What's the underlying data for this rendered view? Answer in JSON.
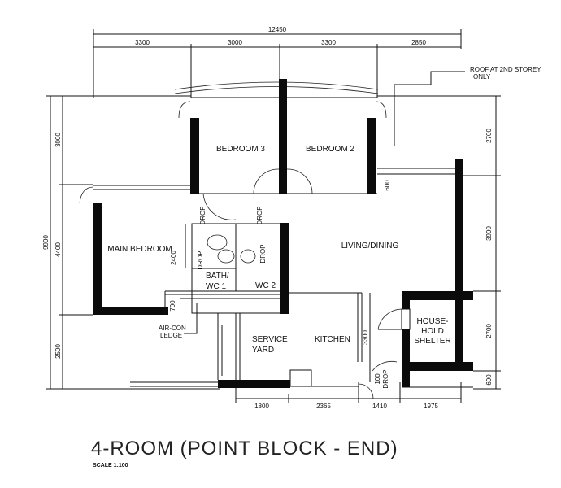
{
  "title": "4-ROOM (POINT BLOCK - END)",
  "scale": "SCALE   1:100",
  "rooms": {
    "bedroom3": "BEDROOM 3",
    "bedroom2": "BEDROOM 2",
    "main_bedroom": "MAIN BEDROOM",
    "living_dining": "LIVING/DINING",
    "bath1_a": "BATH/",
    "bath1_b": "WC 1",
    "bath2": "WC 2",
    "service_yard_a": "SERVICE",
    "service_yard_b": "YARD",
    "kitchen": "KITCHEN",
    "shelter_a": "HOUSE-",
    "shelter_b": "HOLD",
    "shelter_c": "SHELTER",
    "aircon_a": "AIR-CON",
    "aircon_b": "LEDGE",
    "roof_a": "ROOF AT 2ND STOREY",
    "roof_b": "ONLY",
    "drop": "DROP",
    "drop100": "100"
  },
  "dimensions": {
    "overall_width": "12450",
    "top": [
      "3300",
      "3000",
      "3300",
      "2850"
    ],
    "overall_depth": "9900",
    "left": [
      "3000",
      "4400",
      "2500"
    ],
    "right": [
      "2700",
      "3900",
      "2700",
      "600"
    ],
    "bottom": [
      "1800",
      "2365",
      "1410",
      "1975"
    ],
    "bath_height": "2400",
    "ledge": "700",
    "kitchen_depth": "3300",
    "bedroom2_offset": "600"
  }
}
